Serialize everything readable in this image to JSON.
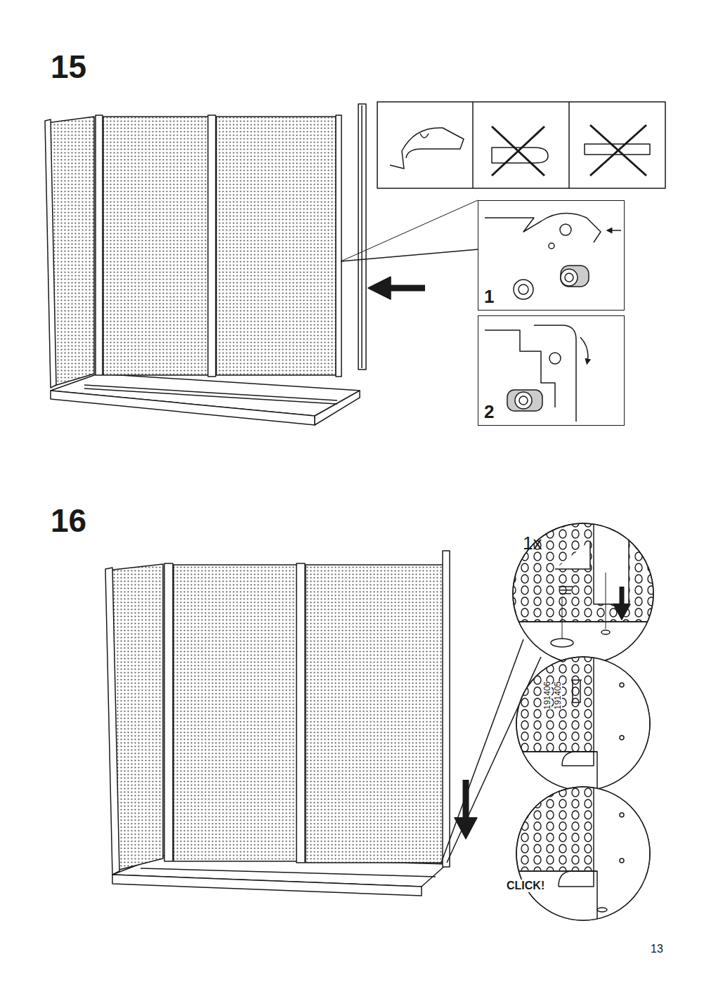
{
  "diagram": {
    "nodes": [
      {
        "text": [
          "1"
        ]
      },
      {
        "text": [
          "2"
        ]
      }
    ],
    "labels": [
      "15",
      "16",
      "1x",
      "191406",
      "191405",
      "CLICK!",
      "13"
    ]
  }
}
